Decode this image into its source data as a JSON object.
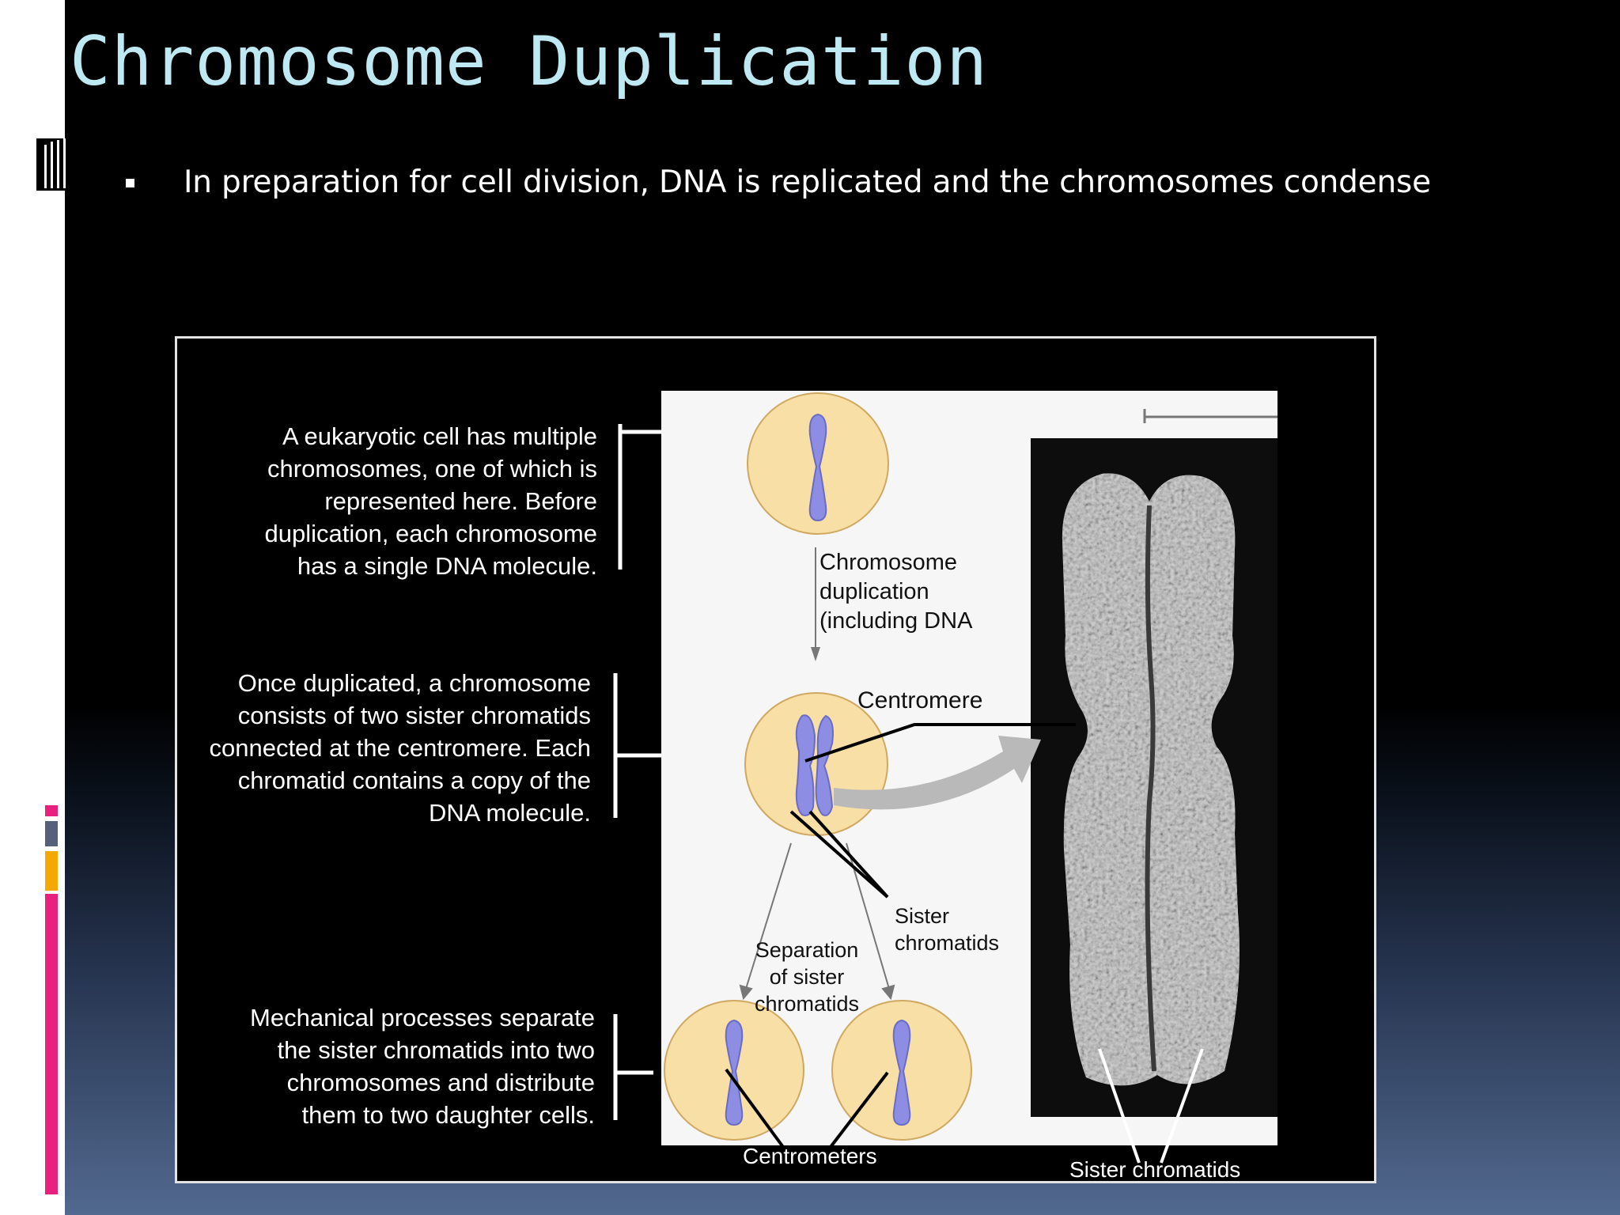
{
  "slide": {
    "title": "Chromosome Duplication",
    "bullet": "In preparation for cell division, DNA is replicated and the chromosomes condense"
  },
  "figure": {
    "caption_1": "A eukaryotic cell has multiple\nchromosomes, one of which is\nrepresented here. Before\nduplication, each chromosome\nhas a single DNA molecule.",
    "caption_2": "Once duplicated, a chromosome\nconsists of two sister chromatids\nconnected at the centromere. Each\nchromatid contains a copy of the\nDNA molecule.",
    "caption_3": "Mechanical processes separate\nthe sister chromatids into two\nchromosomes and distribute\nthem to two daughter cells.",
    "label_duplication": "Chromosome\nduplication\n(including DNA",
    "label_centromere": "Centromere",
    "label_sister_chromatids": "Sister\nchromatids",
    "label_separation": "Separation\nof sister\nchromatids",
    "label_centrometers": "Centrometers",
    "label_micrograph_sister": "Sister chromatids"
  },
  "colors": {
    "title": "#bfe9f2",
    "cell_fill": "#f7dfa6",
    "cell_stroke": "#cfa862",
    "chromosome": "#8d8ee3",
    "stripe_pink": "#e8227c",
    "stripe_slate": "#566179",
    "stripe_orange": "#f5a800"
  }
}
